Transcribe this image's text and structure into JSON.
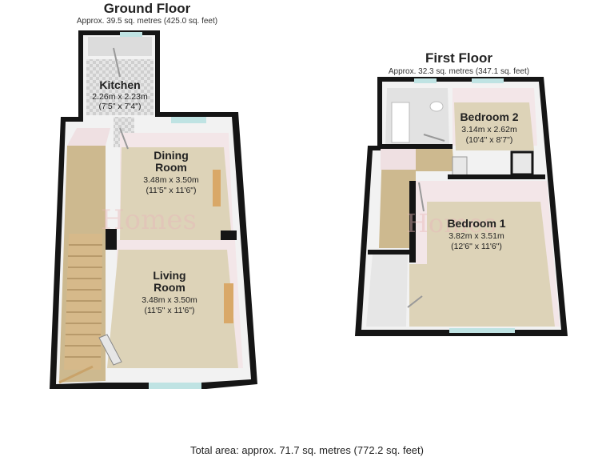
{
  "ground_floor": {
    "title": "Ground Floor",
    "area": "Approx. 39.5 sq. metres (425.0 sq. feet)",
    "rooms": {
      "kitchen": {
        "name": "Kitchen",
        "metric": "2.26m x 2.23m",
        "imperial": "(7'5\" x 7'4\")"
      },
      "dining": {
        "name1": "Dining",
        "name2": "Room",
        "metric": "3.48m x 3.50m",
        "imperial": "(11'5\" x 11'6\")"
      },
      "living": {
        "name1": "Living",
        "name2": "Room",
        "metric": "3.48m x 3.50m",
        "imperial": "(11'5\" x 11'6\")"
      }
    }
  },
  "first_floor": {
    "title": "First Floor",
    "area": "Approx. 32.3 sq. metres (347.1 sq. feet)",
    "rooms": {
      "bedroom2": {
        "name": "Bedroom 2",
        "metric": "3.14m x 2.62m",
        "imperial": "(10'4\" x 8'7\")"
      },
      "bedroom1": {
        "name": "Bedroom 1",
        "metric": "3.82m x 3.51m",
        "imperial": "(12'6\" x 11'6\")"
      }
    }
  },
  "watermark": "Homes",
  "total_area": "Total area: approx. 71.7 sq. metres (772.2 sq. feet)",
  "colors": {
    "wall": "#151515",
    "wall_top": "#f2f2f2",
    "floor_carpet": "#ddd3b8",
    "tile": "#d8d8d8",
    "wall_pink": "#f3e6e8",
    "window": "#bfe3e3",
    "furniture": "#d9a868"
  }
}
